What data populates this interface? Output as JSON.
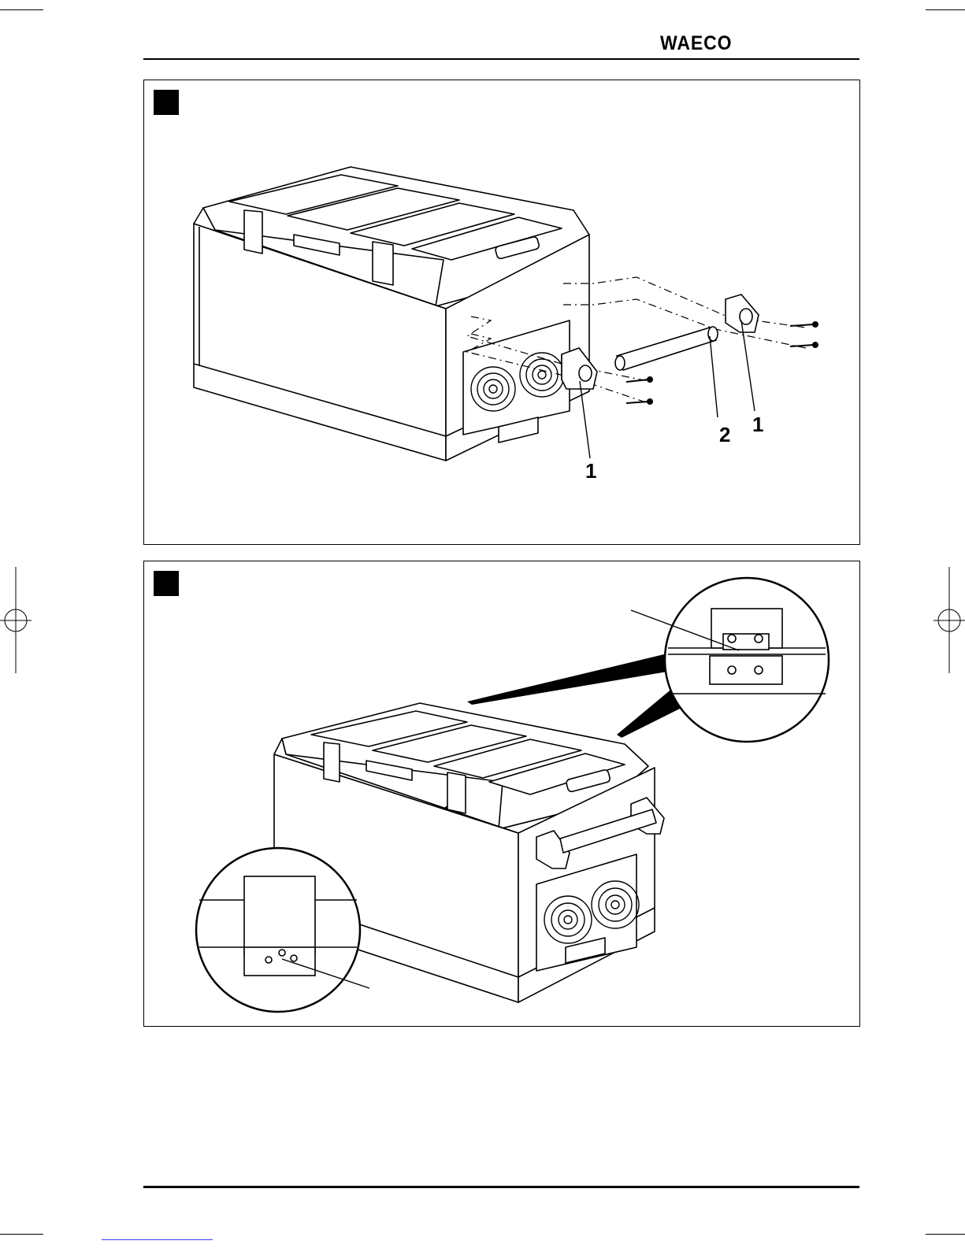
{
  "header": {
    "brand_logo": "WAECO"
  },
  "figures": [
    {
      "callouts": {
        "handle_left": "1",
        "handle_right": "1",
        "rod": "2"
      }
    },
    {
      "callouts": {}
    }
  ]
}
